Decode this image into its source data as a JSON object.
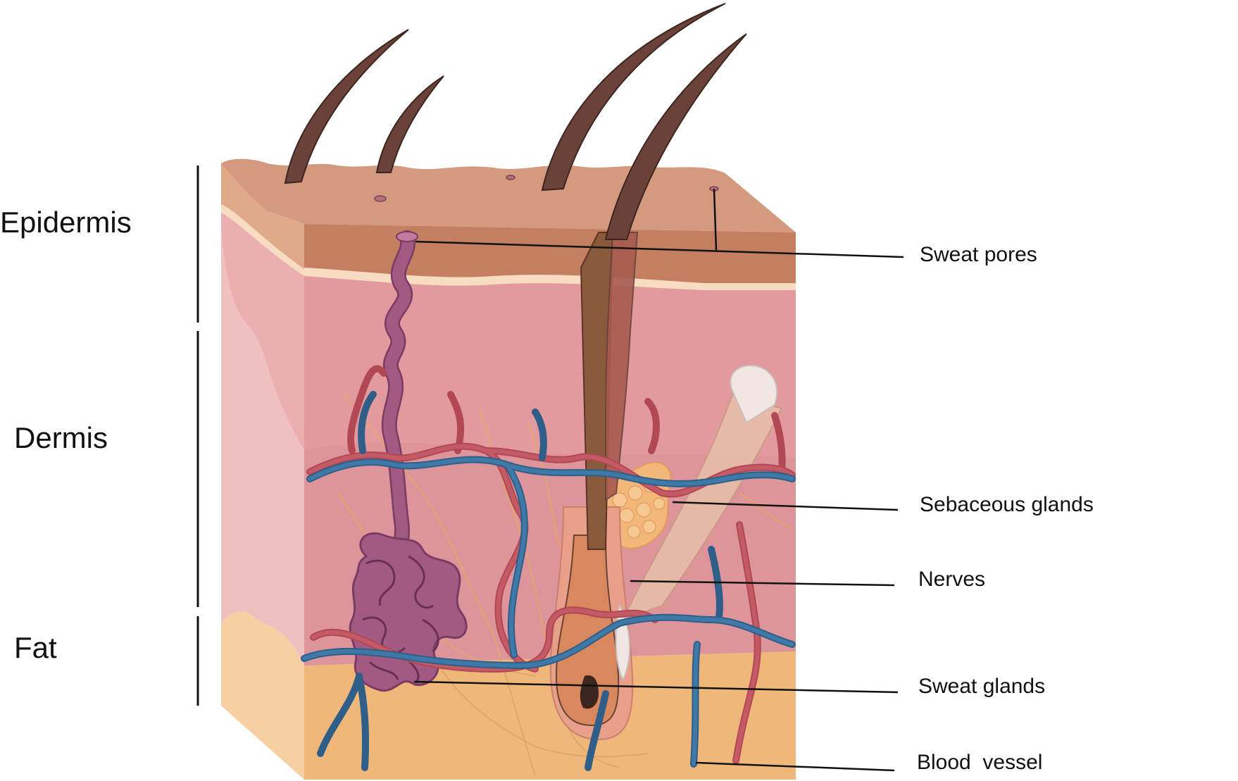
{
  "layers": {
    "epidermis": "Epidermis",
    "dermis": "Dermis",
    "fat": "Fat"
  },
  "callouts": {
    "sweat_pores": "Sweat pores",
    "sebaceous_glands": "Sebaceous glands",
    "nerves": "Nerves",
    "sweat_glands": "Sweat glands",
    "blood_vessel": "Blood  vessel"
  },
  "colors": {
    "epidermis_top": "#d49a80",
    "epidermis_band": "#c47f60",
    "dermis_front": "#e39a9e",
    "dermis_side": "#f0bfc0",
    "fat_front": "#efb87a",
    "fat_side": "#f6cfa2",
    "hair": "#6b4239",
    "sweat_gland": "#a25a82",
    "artery": "#c45a66",
    "vein": "#3f79a8",
    "sebaceous": "#f2b779",
    "nerve": "#e2a56b"
  }
}
